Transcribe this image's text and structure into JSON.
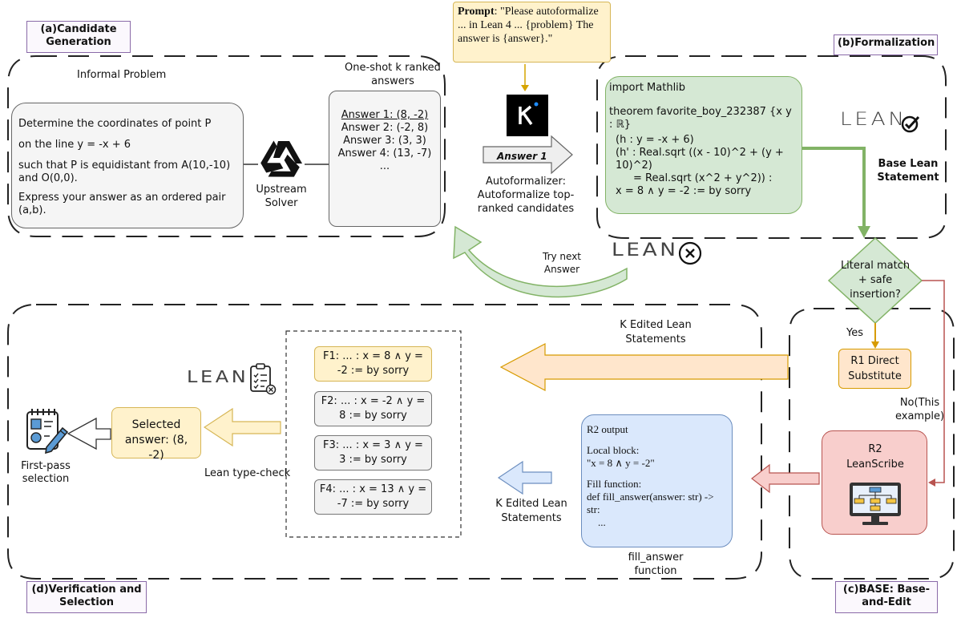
{
  "colors": {
    "green_fill": "#d5e8d4",
    "green_stroke": "#82b366",
    "yellow_fill": "#fff2cc",
    "yellow_stroke": "#d6b656",
    "orange_fill": "#ffe6cc",
    "orange_stroke": "#d79b00",
    "red_fill": "#f8cecc",
    "red_stroke": "#b85450",
    "blue_fill": "#dae8fc",
    "blue_stroke": "#6c8ebf",
    "gray_fill": "#f5f5f5"
  },
  "sections": {
    "a": "(a)Candidate Generation",
    "b": "(b)Formalization",
    "c": "(c)BASE: Base-and-Edit",
    "d": "(d)Verification and Selection"
  },
  "prompt": {
    "label": "Prompt",
    "text": ": \"Please autoformalize ... in Lean 4 ... {problem} The answer is {answer}.\""
  },
  "candidate": {
    "informal_title": "Informal Problem",
    "problem_lines": [
      "Determine the coordinates of point P",
      "on the line y = -x + 6",
      "such that P is equidistant from A(10,-10) and O(0,0).",
      "Express your answer as an ordered pair (a,b)."
    ],
    "solver_label": "Upstream Solver",
    "answers_title": "One-shot k ranked answers",
    "answers": [
      "Answer 1: (8, -2)",
      "Answer 2: (-2, 8)",
      "Answer 3: (3, 3)",
      "Answer 4: (13, -7)",
      "..."
    ]
  },
  "formalization": {
    "answer_arrow_label": "Answer 1",
    "autoformalizer_label": "Autoformalizer: Autoformalize top-ranked candidates",
    "code_lines": [
      "import Mathlib",
      "theorem favorite_boy_232387 {x y : ℝ}",
      "(h : y = -x + 6)",
      "(h' : Real.sqrt ((x - 10)^2 + (y + 10)^2)",
      "= Real.sqrt (x^2 + y^2)) :",
      "x = 8 ∧ y = -2 := by sorry"
    ],
    "lean_logo": "LEAN",
    "base_label": "Base Lean Statement",
    "try_next": "Try next Answer"
  },
  "base_edit": {
    "decision": "Literal match + safe insertion?",
    "yes": "Yes",
    "no": "No(This example)",
    "r1": "R1 Direct Substitute",
    "r2": "R2 LeanScribe"
  },
  "r2_output": {
    "title": "R2 output",
    "local_label": "Local block:",
    "local_value": "\"x = 8 ∧ y = -2\"",
    "fill_label": "Fill function:",
    "fill_def": "def fill_answer(answer: str) -> str:",
    "ellipsis": "...",
    "caption": "fill_answer function"
  },
  "verification": {
    "k_edited_top": "K Edited Lean Statements",
    "k_edited_bottom": "K Edited Lean Statements",
    "f_statements": [
      "F1: ... : x = 8 ∧ y = -2 := by sorry",
      "F2: ... : x = -2 ∧ y = 8 := by sorry",
      "F3: ... : x = 3 ∧ y = 3 := by sorry",
      "F4: ... : x = 13 ∧ y = -7 := by sorry"
    ],
    "typecheck": "Lean type-check",
    "selected": "Selected answer: (8, -2)",
    "first_pass": "First-pass selection",
    "lean_logo": "LEAN"
  }
}
